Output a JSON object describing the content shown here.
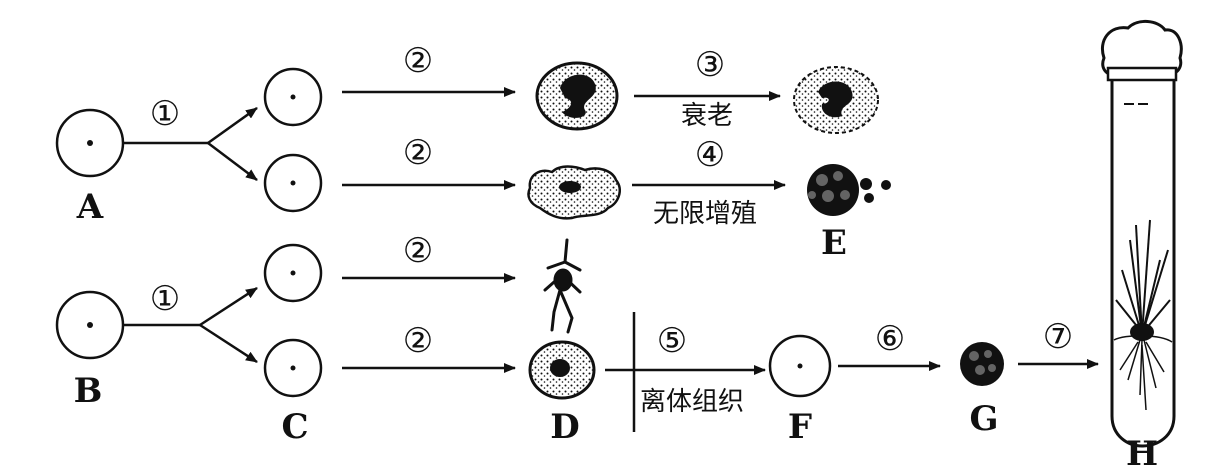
{
  "labels": {
    "A": "A",
    "B": "B",
    "C": "C",
    "D": "D",
    "E": "E",
    "F": "F",
    "G": "G",
    "H": "H"
  },
  "steps": {
    "s1": "①",
    "s2": "②",
    "s3": "③",
    "s4": "④",
    "s5": "⑤",
    "s6": "⑥",
    "s7": "⑦"
  },
  "notes": {
    "aging": "衰老",
    "unlimited": "无限增殖",
    "isolated": "离体组织"
  }
}
